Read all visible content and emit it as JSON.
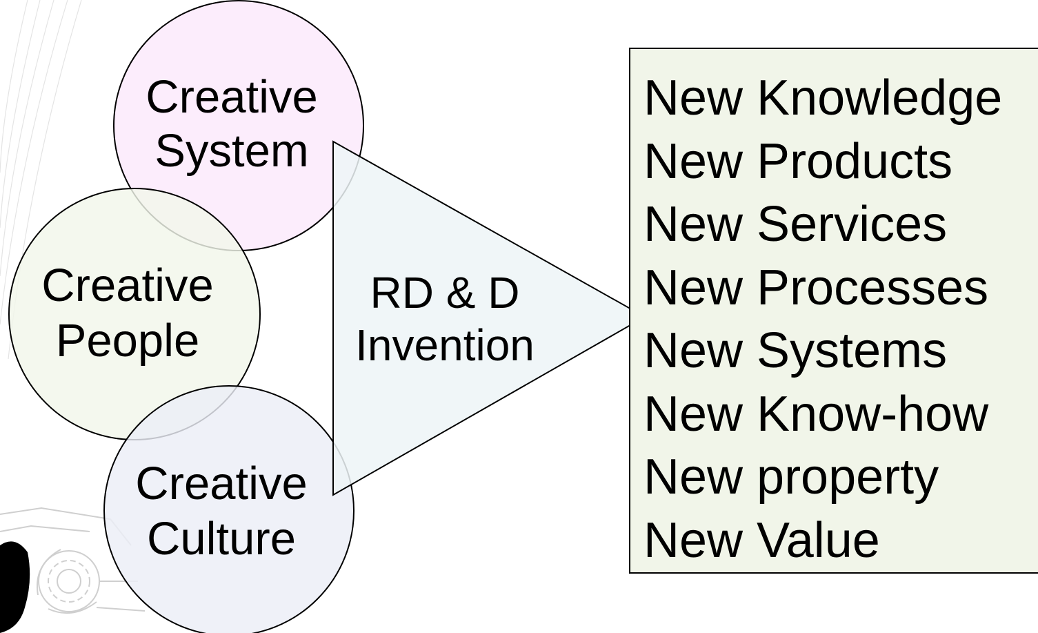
{
  "circles": {
    "system": {
      "line1": "Creative",
      "line2": "System",
      "fill": "#fbe9fb"
    },
    "people": {
      "line1": "Creative",
      "line2": "People",
      "fill": "#f2f7ea"
    },
    "culture": {
      "line1": "Creative",
      "line2": "Culture",
      "fill": "#eceef7"
    }
  },
  "process": {
    "line1": "RD & D",
    "line2": "Invention",
    "fill": "#edf5f7"
  },
  "outputs": {
    "fill": "#f1f5e9",
    "items": [
      "New Knowledge",
      "New Products",
      "New Services",
      "New Processes",
      "New Systems",
      "New Know-how",
      "New property",
      "New Value"
    ]
  }
}
